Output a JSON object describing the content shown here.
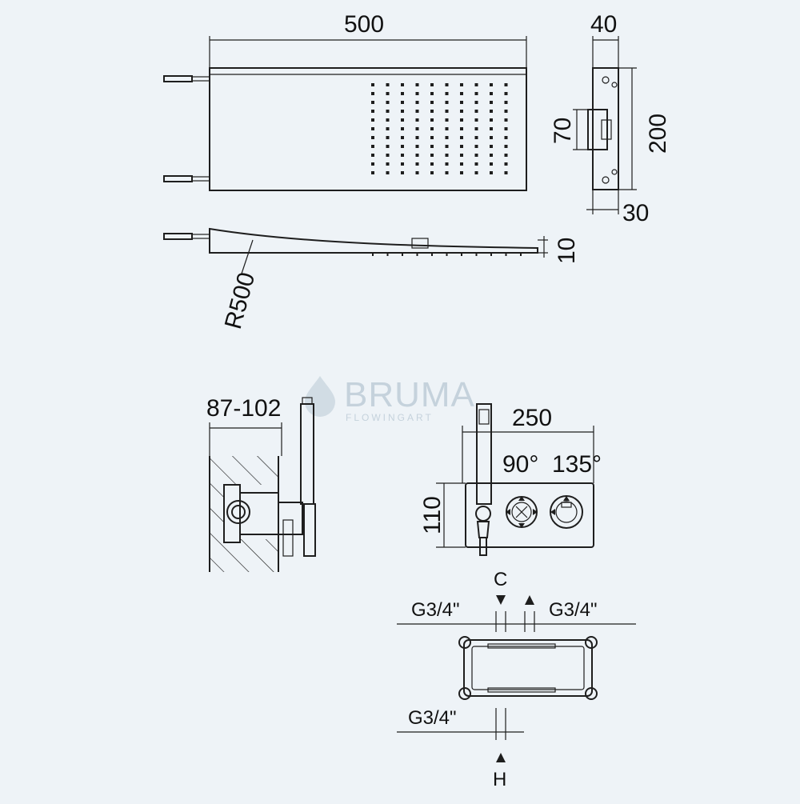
{
  "dimensions": {
    "head_width": "500",
    "head_depth": "40",
    "head_height": "200",
    "bracket_height": "70",
    "inlet_offset": "30",
    "head_thickness": "10",
    "curve_radius": "R500",
    "wall_depth": "87-102",
    "valve_width": "250",
    "valve_height": "110",
    "angle_1": "90°",
    "angle_2": "135°",
    "thread_left": "G3/4\"",
    "thread_right": "G3/4\"",
    "thread_bottom": "G3/4\"",
    "label_cold": "C",
    "label_hot": "H"
  },
  "watermark": {
    "brand": "BRUMA",
    "tagline": "FLOWINGART"
  },
  "colors": {
    "background": "#eef3f7",
    "line": "#1e1e1e",
    "watermark": "#c5d2dc"
  }
}
